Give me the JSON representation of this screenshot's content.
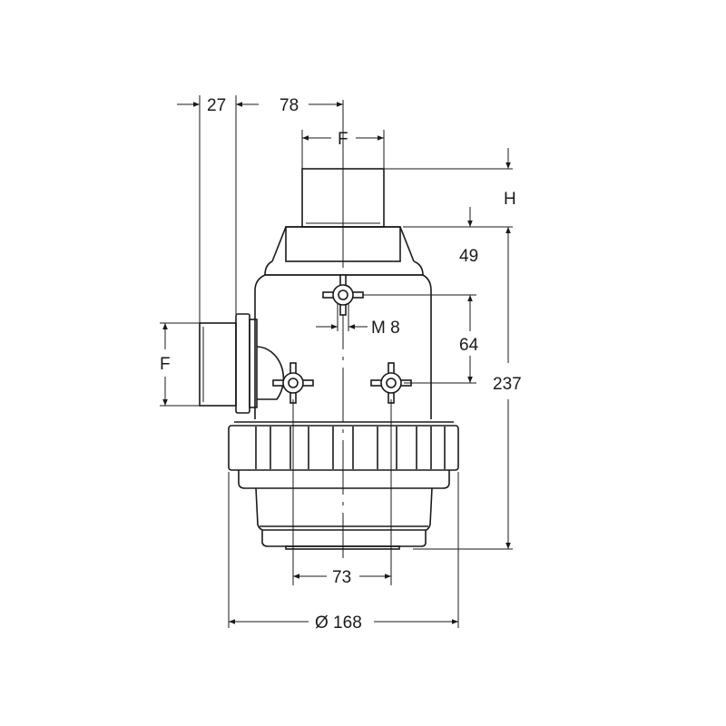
{
  "drawing": {
    "dimensions": {
      "offset_left": "27",
      "offset_center": "78",
      "outlet_thread_top": "F",
      "outlet_thread_side": "F",
      "height_top": "H",
      "height_outlet": "49",
      "height_total": "237",
      "bolt_vertical_spacing": "64",
      "bolt_thread": "M 8",
      "bolt_horizontal_spacing": "73",
      "diameter": "Ø 168"
    },
    "line_color": "#1a1a1a",
    "background": "#ffffff"
  }
}
